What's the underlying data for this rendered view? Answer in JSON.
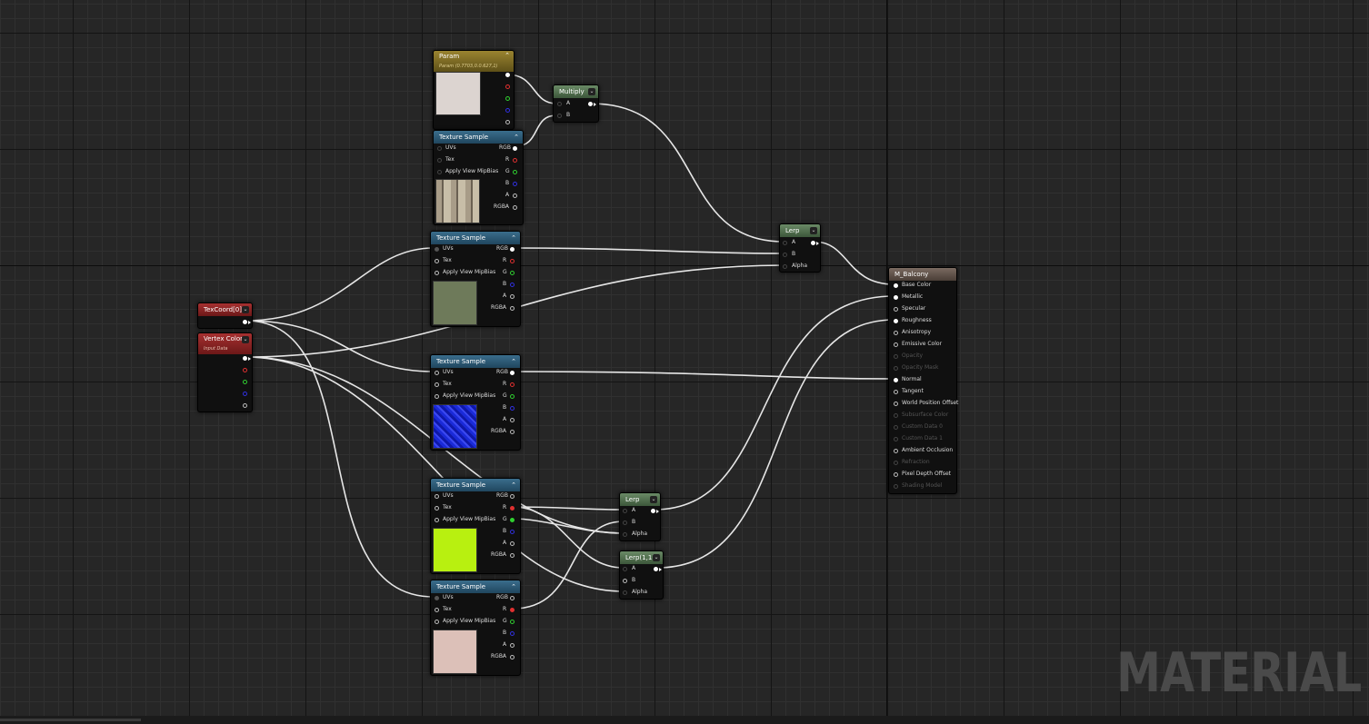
{
  "watermark": "MATERIAL",
  "nodes": {
    "param": {
      "title": "Param",
      "subtitle": "Param (0.7703,0.0.627,1)",
      "color": "#dcd4d0"
    },
    "multiply": {
      "title": "Multiply",
      "pins": [
        "A",
        "B"
      ]
    },
    "lerp_top": {
      "title": "Lerp",
      "pins": [
        "A",
        "B",
        "Alpha"
      ]
    },
    "lerp_mid": {
      "title": "Lerp",
      "pins": [
        "A",
        "B",
        "Alpha"
      ]
    },
    "lerp_low": {
      "title": "Lerp(1,1)",
      "pins": [
        "A",
        "B",
        "Alpha"
      ]
    },
    "texcoord": {
      "title": "TexCoord[0]"
    },
    "vertex_color": {
      "title": "Vertex Color",
      "subtitle": "Input Data"
    },
    "texture_sample": {
      "title": "Texture Sample",
      "inputs": [
        "UVs",
        "Tex",
        "Apply View MipBias"
      ],
      "outputs": [
        "RGB",
        "R",
        "G",
        "B",
        "A",
        "RGBA"
      ]
    },
    "result": {
      "title": "M_Balcony",
      "pins": [
        "Base Color",
        "Metallic",
        "Specular",
        "Roughness",
        "Anisotropy",
        "Emissive Color",
        "Opacity",
        "Opacity Mask",
        "Normal",
        "Tangent",
        "World Position Offset",
        "Subsurface Color",
        "Custom Data 0",
        "Custom Data 1",
        "Ambient Occlusion",
        "Refraction",
        "Pixel Depth Offset",
        "Shading Model"
      ]
    }
  }
}
